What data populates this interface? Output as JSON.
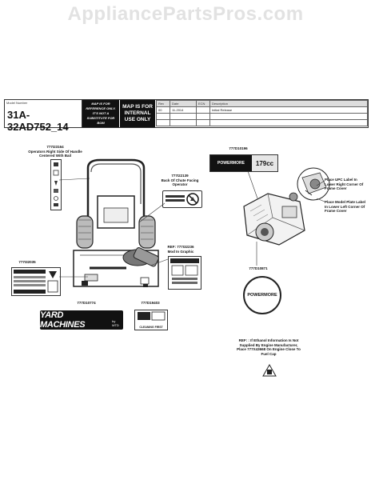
{
  "watermark": "AppliancePartsPros.com",
  "header": {
    "model_label": "Model Number",
    "model_number": "31A-32AD752_14",
    "warning_text": "MAP IS FOR REFERENCE ONLY. IT'S NOT A SUBSTITUTE FOR BOM",
    "map_text": "MAP IS FOR INTERNAL USE ONLY",
    "columns": [
      "Rev",
      "Date",
      "ECN",
      "Description"
    ],
    "rows": [
      [
        "00",
        "11-2014",
        "",
        "Initial Release"
      ],
      [
        "",
        "",
        "",
        ""
      ],
      [
        "",
        "",
        "",
        ""
      ]
    ]
  },
  "labels": {
    "operator_label": {
      "part": "777I23164",
      "desc": "Operators Right Side Of Handle Centered With Bail"
    },
    "chute_label": {
      "part": "777I22139",
      "desc": "Back Of Chute Facing Operator"
    },
    "engine_ref": {
      "part": "REF: 777I32236",
      "desc": "Mod In Graphic"
    },
    "left_label": {
      "part": "777I32035"
    },
    "brand_label": {
      "part": "777D10774",
      "text": "YARD MACHINES",
      "sub": "by MTD"
    },
    "small_label": {
      "part": "777D19403",
      "text": "CLEANING FIRST"
    },
    "engine_top": {
      "part": "777D10196",
      "brand": "POWERMORE",
      "cc": "179cc"
    },
    "engine_circle": {
      "part": "777D10871",
      "brand": "POWERMORE"
    },
    "upc_note": "Place UPC Label In Lower Right Corner Of Frame Cover",
    "rating_note": "Place Model Plate Label In Lower Left Corner Of Frame Cover",
    "ethanol_note": "REF: : If Ethanol Information Is Not Supplied By Engine Manufacturer, Place 777X43668 On Engine Close To Fuel Cap"
  }
}
